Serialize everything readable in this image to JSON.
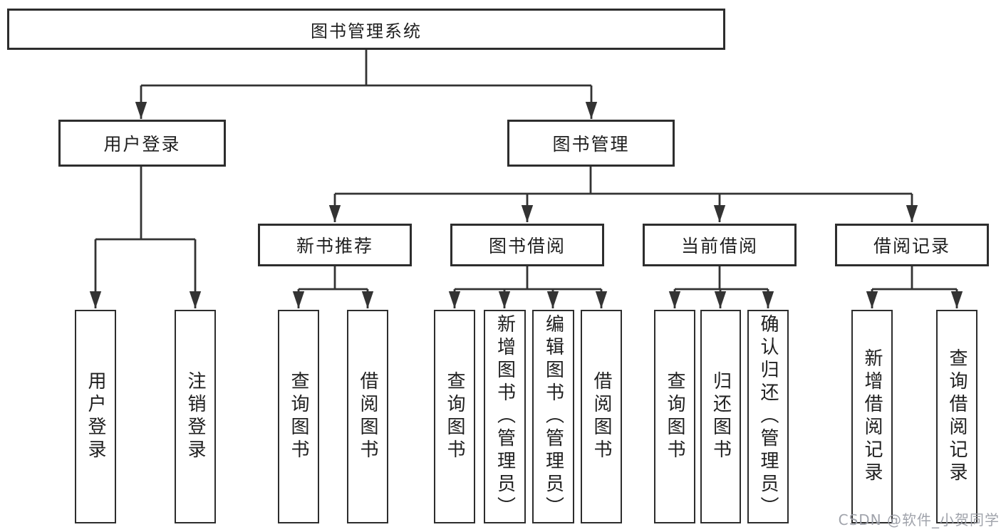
{
  "diagram": {
    "root": "图书管理系统",
    "level2": {
      "user_login": "用户登录",
      "book_mgmt": "图书管理"
    },
    "level3": {
      "new_books": "新书推荐",
      "borrowing": "图书借阅",
      "current": "当前借阅",
      "records": "借阅记录"
    },
    "leaves": {
      "login": "用户登录",
      "logout": "注销登录",
      "nb_query": "查询图书",
      "nb_borrow": "借阅图书",
      "bb_query": "查询图书",
      "bb_add": "新增图书（管理员）",
      "bb_edit": "编辑图书（管理员）",
      "bb_borrow": "借阅图书",
      "cb_query": "查询图书",
      "cb_return": "归还图书",
      "cb_confirm": "确认归还（管理员）",
      "rec_add": "新增借阅记录",
      "rec_query": "查询借阅记录"
    }
  },
  "watermark": "CSDN @软件_小贺同学",
  "colors": {
    "line": "#333333",
    "box_border": "#2d2d2d",
    "text": "#1f1f1f",
    "watermark": "#9b9ea6",
    "background": "#ffffff"
  }
}
